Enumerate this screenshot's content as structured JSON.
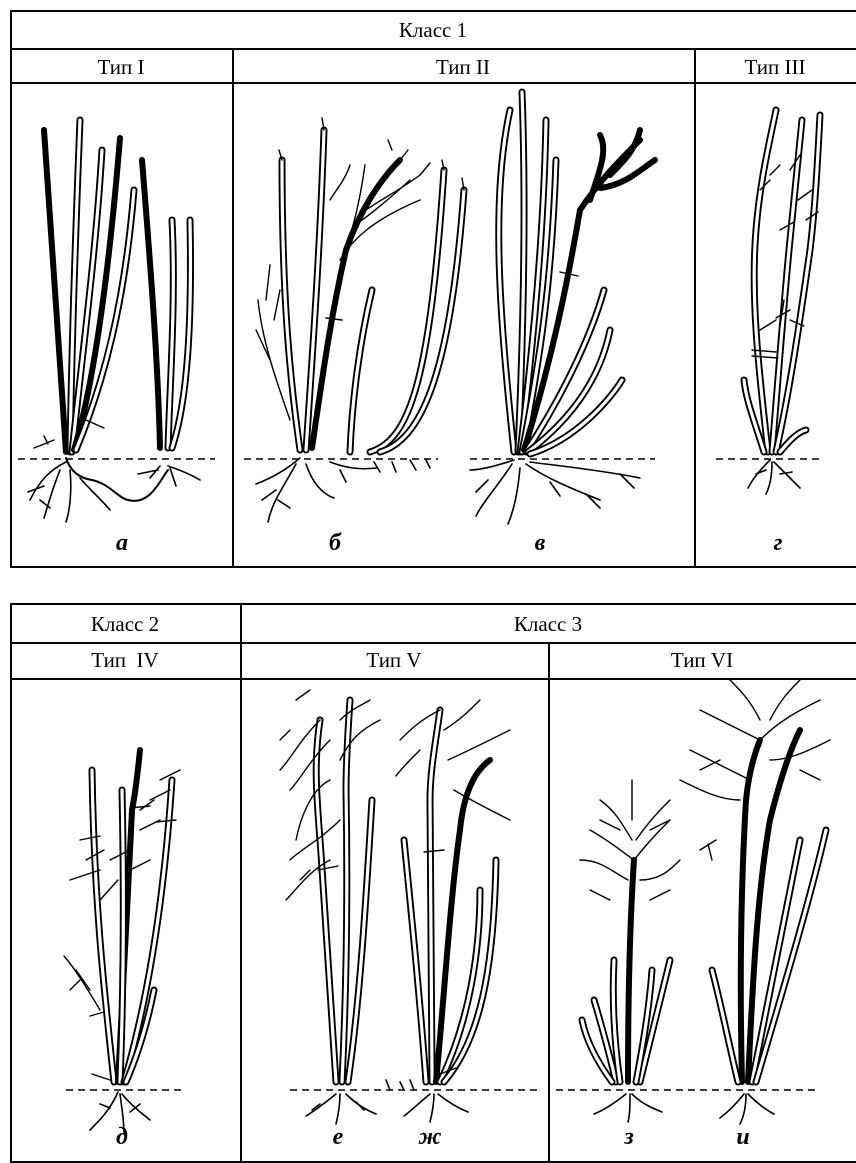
{
  "top_table": {
    "class_label": "Класс 1",
    "types": [
      {
        "label": "Тип I",
        "letters": [
          "а"
        ]
      },
      {
        "label": "Тип II",
        "letters": [
          "б",
          "в"
        ]
      },
      {
        "label": "Тип III",
        "letters": [
          "г"
        ]
      }
    ]
  },
  "bottom_table": {
    "classes": [
      {
        "label": "Класс 2",
        "types": [
          {
            "label": "Тип  IV",
            "letters": [
              "д"
            ]
          }
        ]
      },
      {
        "label": "Класс 3",
        "types": [
          {
            "label": "Тип V",
            "letters": [
              "е",
              "ж"
            ]
          },
          {
            "label": "Тип VI",
            "letters": [
              "з",
              "и"
            ]
          }
        ]
      }
    ]
  }
}
